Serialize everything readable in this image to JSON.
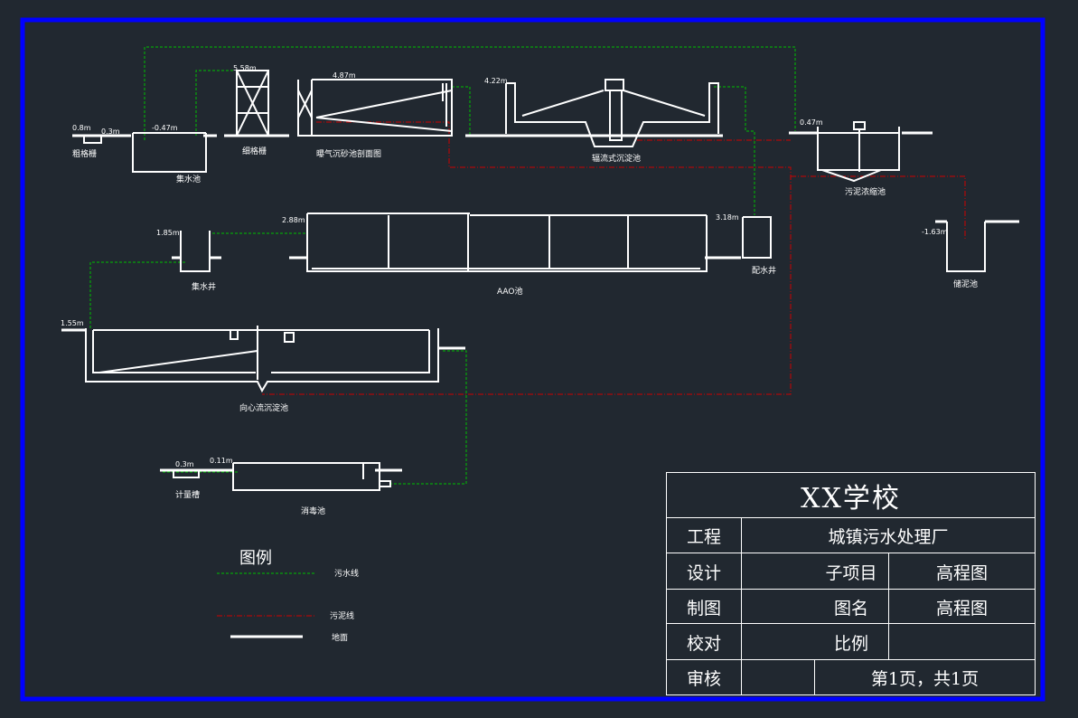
{
  "colors": {
    "background": "#212830",
    "frame": "#0000ff",
    "sewage_line": "#00c000",
    "sludge_line": "#d00000",
    "drawing": "#ffffff"
  },
  "elevations": {
    "e1": "0.8m",
    "e2": "0.3m",
    "e3": "-0.47m",
    "e4": "5.58m",
    "e5": "4.87m",
    "e6": "4.22m",
    "e7": "0.47m",
    "e8": "2.88m",
    "e9": "3.18m",
    "e10": "1.85m",
    "e11": "-1.63m",
    "e12": "1.55m",
    "e13": "0.3m",
    "e14": "0.11m"
  },
  "units": {
    "coarse_screen": "粗格栅",
    "collection_tank": "集水池",
    "fine_screen": "细格栅",
    "aerated_grit": "曝气沉砂池剖面图",
    "primary_clarifier": "辐流式沉淀池",
    "sludge_thickener": "污泥浓缩池",
    "distribution_well": "配水井",
    "aao_tank": "AAO池",
    "collection_well": "集水井",
    "sludge_storage": "储泥池",
    "secondary_clarifier": "向心流沉淀池",
    "meter_flume": "计量槽",
    "disinfection_tank": "消毒池"
  },
  "legend": {
    "title": "图例",
    "sewage": "污水线",
    "sludge": "污泥线",
    "ground": "地面"
  },
  "title_block": {
    "school": "XX学校",
    "project_label": "工程",
    "project_name": "城镇污水处理厂",
    "design_label": "设计",
    "subproject_label": "子项目",
    "subproject_value": "高程图",
    "draw_label": "制图",
    "drawing_name_label": "图名",
    "drawing_name_value": "高程图",
    "check_label": "校对",
    "scale_label": "比例",
    "scale_value": "",
    "review_label": "审核",
    "page_info": "第1页，共1页"
  }
}
